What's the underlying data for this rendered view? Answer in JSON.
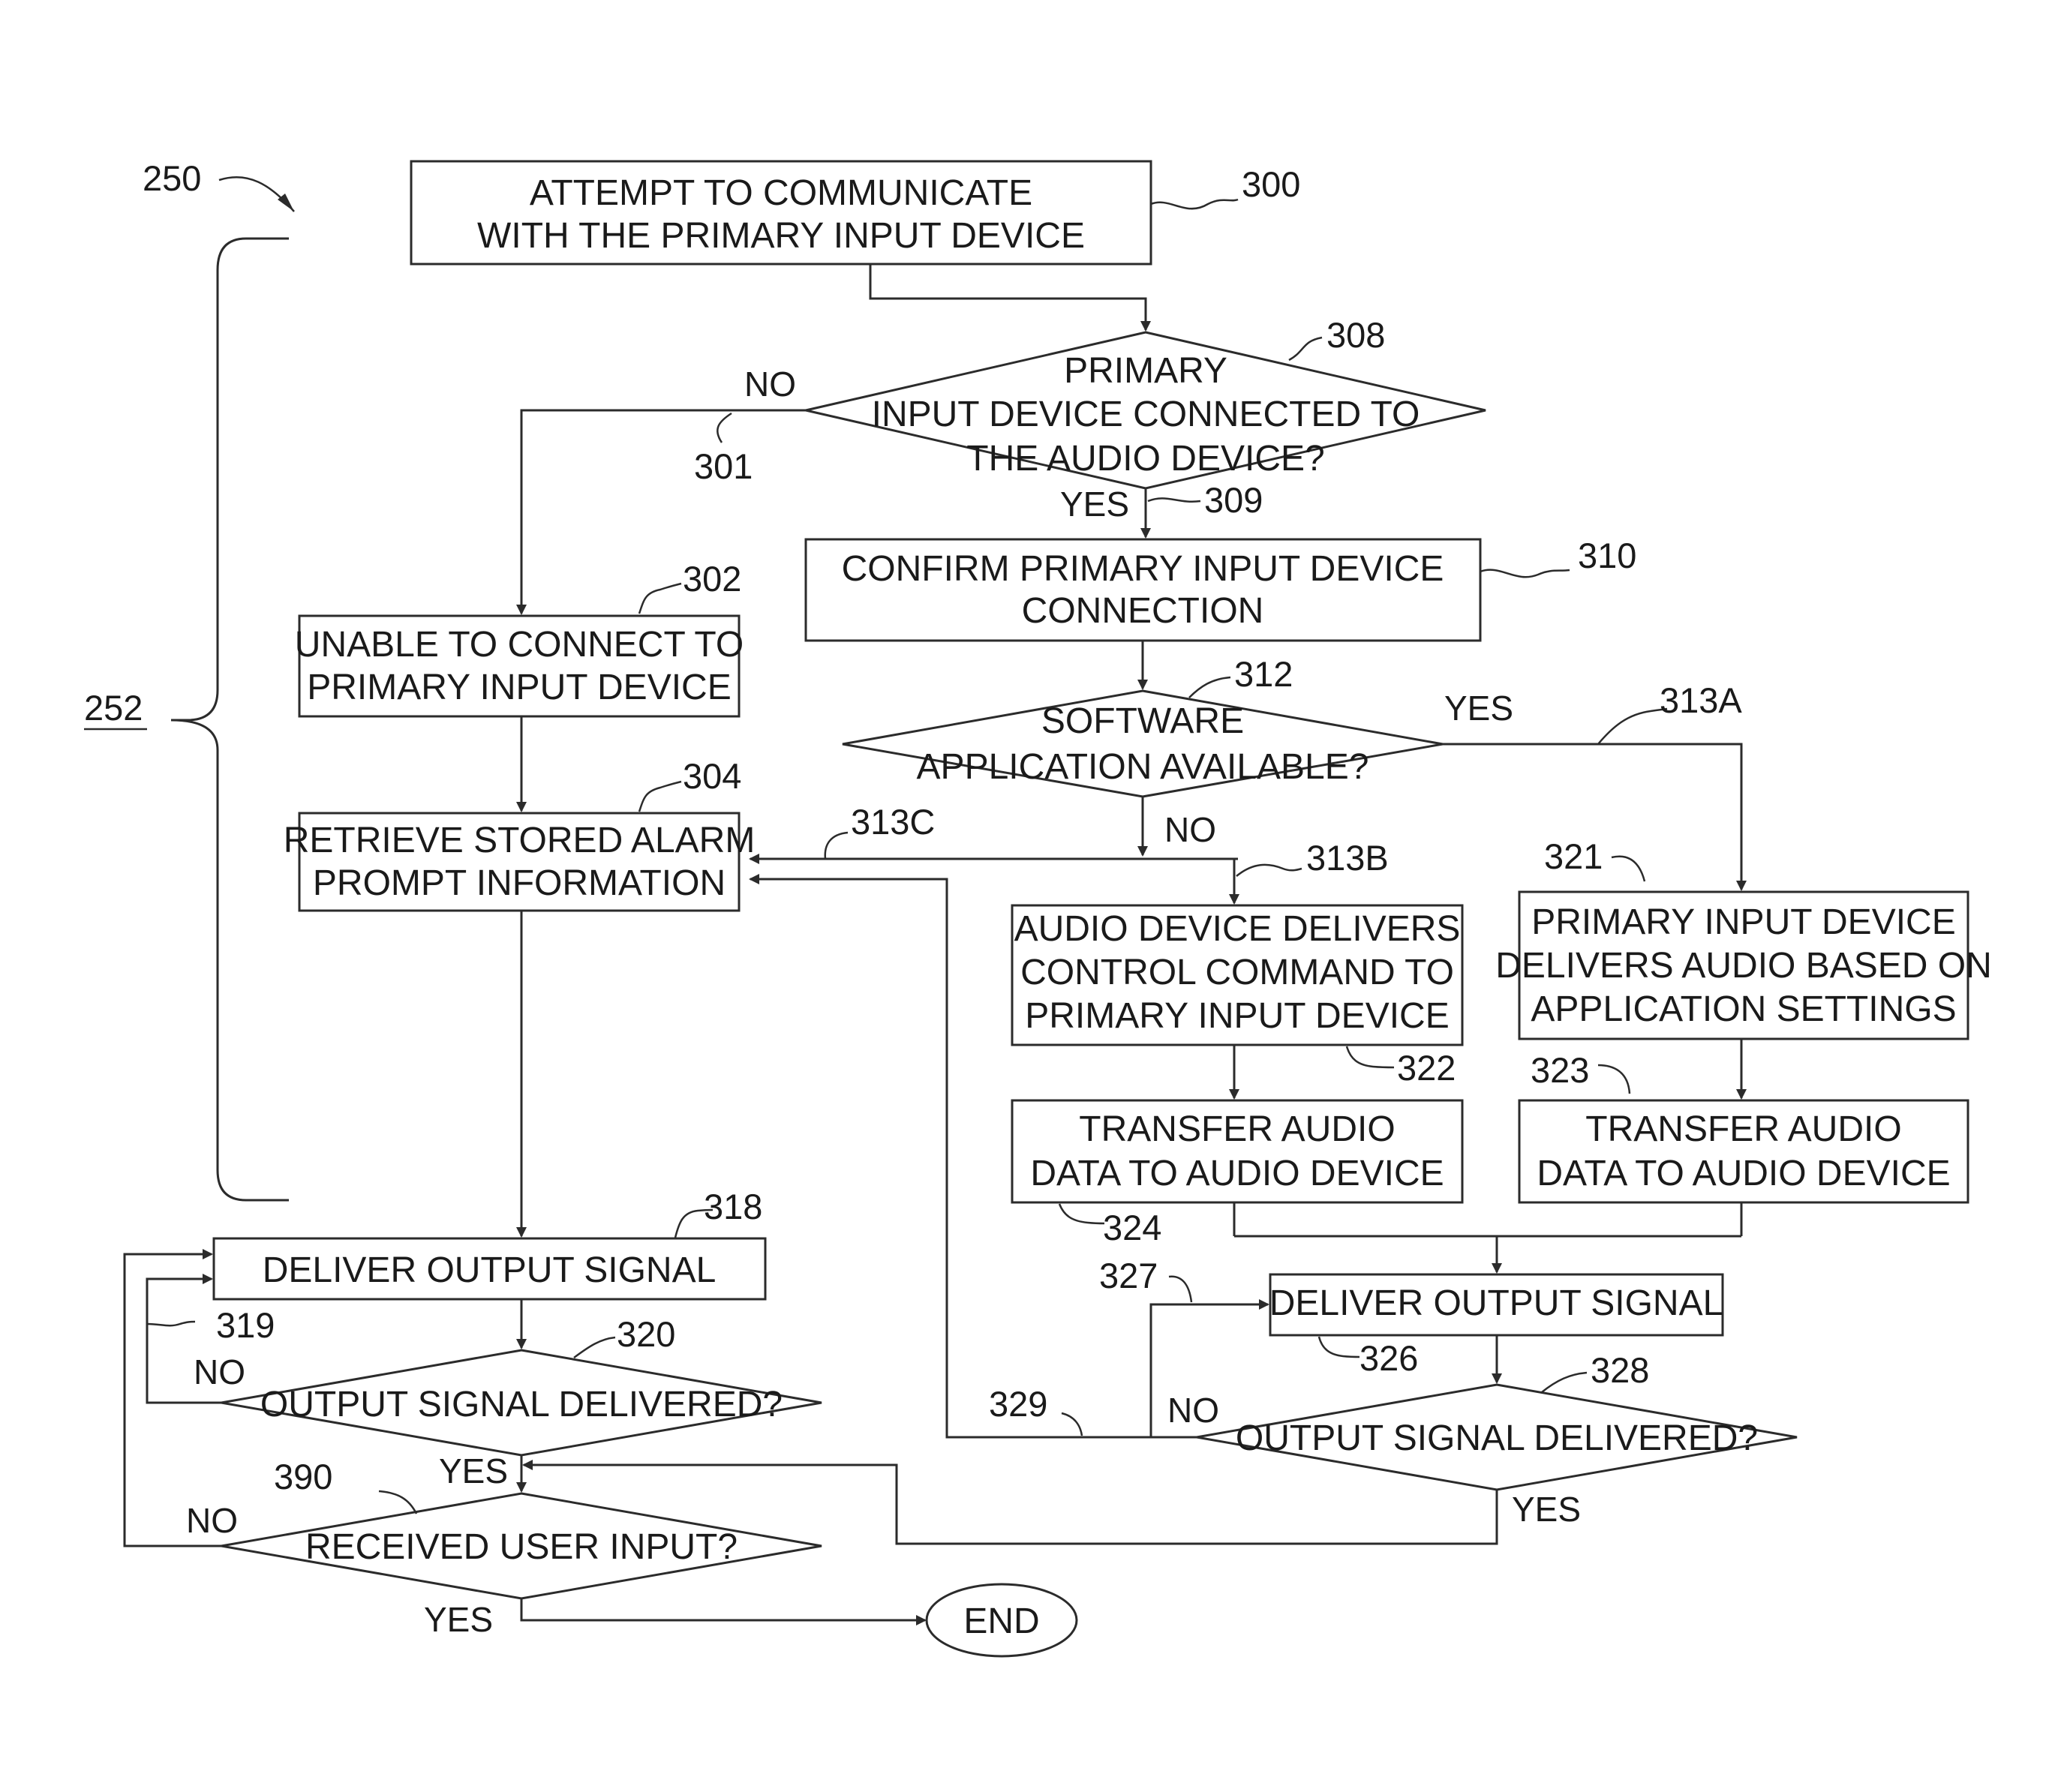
{
  "figure": {
    "ref_250": "250",
    "ref_252": "252"
  },
  "nodes": {
    "n300": {
      "ref": "300",
      "lines": [
        "ATTEMPT TO COMMUNICATE",
        "WITH THE PRIMARY INPUT DEVICE"
      ]
    },
    "n308": {
      "ref": "308",
      "lines": [
        "PRIMARY",
        "INPUT DEVICE CONNECTED TO",
        "THE AUDIO DEVICE?"
      ]
    },
    "n310": {
      "ref": "310",
      "lines": [
        "CONFIRM PRIMARY INPUT DEVICE",
        "CONNECTION"
      ]
    },
    "n302": {
      "ref": "302",
      "lines": [
        "UNABLE TO CONNECT TO",
        "PRIMARY INPUT DEVICE"
      ]
    },
    "n312": {
      "ref": "312",
      "lines": [
        "SOFTWARE",
        "APPLICATION AVAILABLE?"
      ]
    },
    "n304": {
      "ref": "304",
      "lines": [
        "RETRIEVE STORED ALARM",
        "PROMPT INFORMATION"
      ]
    },
    "n313b_box": {
      "lines": [
        "AUDIO DEVICE DELIVERS",
        "CONTROL COMMAND TO",
        "PRIMARY INPUT DEVICE"
      ]
    },
    "n321": {
      "ref": "321",
      "lines": [
        "PRIMARY INPUT DEVICE",
        "DELIVERS AUDIO BASED ON",
        "APPLICATION SETTINGS"
      ]
    },
    "n324": {
      "ref": "324",
      "lines": [
        "TRANSFER AUDIO",
        "DATA TO AUDIO DEVICE"
      ]
    },
    "n323": {
      "ref": "323",
      "lines": [
        "TRANSFER AUDIO",
        "DATA TO AUDIO DEVICE"
      ]
    },
    "n318": {
      "ref": "318",
      "lines": [
        "DELIVER OUTPUT SIGNAL"
      ]
    },
    "n326": {
      "ref": "326",
      "lines": [
        "DELIVER OUTPUT SIGNAL"
      ]
    },
    "n320": {
      "ref": "320",
      "lines": [
        "OUTPUT SIGNAL DELIVERED?"
      ]
    },
    "n328": {
      "ref": "328",
      "lines": [
        "OUTPUT SIGNAL DELIVERED?"
      ]
    },
    "n390": {
      "ref": "390",
      "lines": [
        "RECEIVED USER INPUT?"
      ]
    },
    "end": {
      "lines": [
        "END"
      ]
    }
  },
  "refs": {
    "r301": "301",
    "r309": "309",
    "r313a": "313A",
    "r313b": "313B",
    "r313c": "313C",
    "r319": "319",
    "r322": "322",
    "r327": "327",
    "r329": "329"
  },
  "labels": {
    "no_308": "NO",
    "yes_308": "YES",
    "yes_312": "YES",
    "no_312": "NO",
    "no_320": "NO",
    "yes_320": "YES",
    "no_328": "NO",
    "yes_328": "YES",
    "no_390": "NO",
    "yes_390": "YES"
  }
}
